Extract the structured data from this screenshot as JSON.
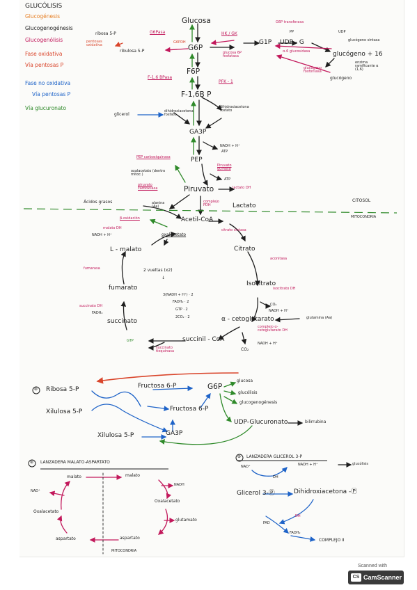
{
  "legend": {
    "title": "GLUCÓLISIS",
    "items": [
      "Glucogénesis",
      "Glucogenogénesis",
      "Glucogenólisis",
      "Fase oxidativa",
      "Vía pentosas P",
      "Fase no oxidativa",
      "Vía pentosas P",
      "Vía glucuronato"
    ]
  },
  "colors": {
    "black": "#1e1e1e",
    "pink": "#c2185b",
    "red": "#d9452b",
    "blue": "#1e63c8",
    "green": "#2f8a2a"
  },
  "glycolysis": {
    "glucosa": "Glucosa",
    "hk": "HK / GK",
    "g6p": "G6P",
    "g6pasa": "G6Pasa",
    "g6pdh": "G6PDH",
    "glucosa6p_fosfatasa": "glucosa 6P fosfatasa",
    "ribosa5p": "ribosa 5-P",
    "pentosas_oxidativa": "pentosas oxidativa",
    "ribulosa5p": "ribulosa 5-P",
    "f6p": "F6P",
    "f16bpasa": "F-1,6 BPasa",
    "pfk1": "PFK - 1",
    "f16bp": "F-1,6B P",
    "glicerol": "glicerol",
    "dhap": "dihidroxiacetona fosfato",
    "dhap_left": "dihidroxiacetona fosfato",
    "ga3p": "GA3P",
    "nadh": "NADH + H⁺",
    "atp1": "ATP",
    "pep": "PEP",
    "pepck": "PEP carboxiquinasa",
    "oxalacetato": "oxalacetato (dentro mitoc.)",
    "piruvato_carb": "piruvato carboxilasa",
    "piruvato_quinasa": "Piruvato quinasa",
    "atp2": "ATP",
    "piruvato": "Piruvato",
    "lactato_dh": "lactato DH",
    "lactato": "Lactato",
    "alanina": "alanina (Aa)",
    "complejo_pdh": "complejo PDH",
    "acidos_grasos": "Ácidos grasos",
    "b_oxidacion": "β-oxidación",
    "acetil_coa": "Acetil-CoA",
    "citosol": "CITOSOL",
    "mitocondria": "MITOCONDRIA"
  },
  "glycogen": {
    "g6p_transferasa": "G6P transferasa",
    "g1p": "G1P",
    "pp": "PP",
    "udpg": "UDP - G",
    "udp": "UDP",
    "glucogeno_sintasa": "glucógeno sintasa",
    "a6_glucosidasa": "α-6 glucosidasa",
    "glucogeno_mas": "glucógeno + 16",
    "enzima_ramificante": "enzima ramificante α (1,6)",
    "glucogeno_fosforilasa": "glucógeno fosforilasa",
    "glucogeno": "glucógeno"
  },
  "krebs": {
    "malato_dh": "malato DH",
    "nadh": "NADH + H⁺",
    "oxalacetato": "oxalacetato",
    "citrato_sintasa": "citrato sintasa",
    "citrato": "Citrato",
    "aconitasa": "aconitasa",
    "l_malato": "L - malato",
    "fumarasa": "fumarasa",
    "isocitrato": "Isocitrato",
    "isocitrato_dh": "isocitrato DH",
    "co2_1": "CO₂",
    "nadh_1": "NADH + H⁺",
    "fumarato": "fumarato",
    "succinato_dh": "succinato DH",
    "fadh2": "FADH₂",
    "succinato": "succinato",
    "a_ceto": "α - cetoglutarato",
    "glutamina": "glutamina (Aa)",
    "complejo_a": "complejo α-cetoglutarato DH",
    "nadh_2": "NADH + H⁺",
    "co2_2": "CO₂",
    "succinil_coa": "succinil - CoA",
    "gtp": "GTP",
    "succinato_tioquinasa": "succinato tioquinasa",
    "summary": [
      "2 vueltas (x2)",
      "↓",
      "3(NADH + H⁺) · 2",
      "FADH₂ · 2",
      "GTP · 2",
      "2CO₂ · 2"
    ]
  },
  "pentose": {
    "marker": "⊛",
    "ribosa5p": "Ribosa 5-P",
    "fructosa6p_a": "Fructosa 6-P",
    "g6p": "G6P",
    "glucosa": "glucosa",
    "glucolisis": "glucólisis",
    "glucogenogenesis": "glucogenogénesis",
    "xilulosa5p": "Xilulosa 5-P",
    "fructosa6p_b": "Fructosa 6-P",
    "ga3p": "GA3P",
    "xilulosa5p_b": "Xilulosa 5-P",
    "udp_glucuronato": "UDP-Glucuronato",
    "bilirrubina": "bilirrubina"
  },
  "shuttle_malate": {
    "marker": "⊛",
    "title": "LANZADERA MALATO-ASPARTATO",
    "malato_left": "malato",
    "malato_right": "malato",
    "nad": "NAD⁺",
    "nadh": "NADH",
    "oxalacetato_left": "Oxalacetato",
    "oxalacetato_right": "Oxalacetato",
    "glutamato": "glutamato",
    "aspartato_left": "aspartato",
    "aspartato_right": "aspartato",
    "mitocondria": "MITOCONDRIA"
  },
  "shuttle_glycerol": {
    "marker": "⊛",
    "title": "LANZADERA GLICEROL 3-P",
    "nad": "NAD⁺",
    "nadh": "NADH + H⁺",
    "glucolisis": "glucólisis",
    "dh": "DH",
    "glicerol3p": "Glicerol 3-Ⓟ",
    "dhap": "Dihidroxiacetona -Ⓟ",
    "fad": "FAD",
    "dh2": "DH",
    "fadh2": "FADH₂",
    "complejo": "COMPLEJO Ⅱ"
  },
  "scanner": {
    "caption": "Scanned with",
    "name": "CamScanner",
    "logo": "CS"
  }
}
